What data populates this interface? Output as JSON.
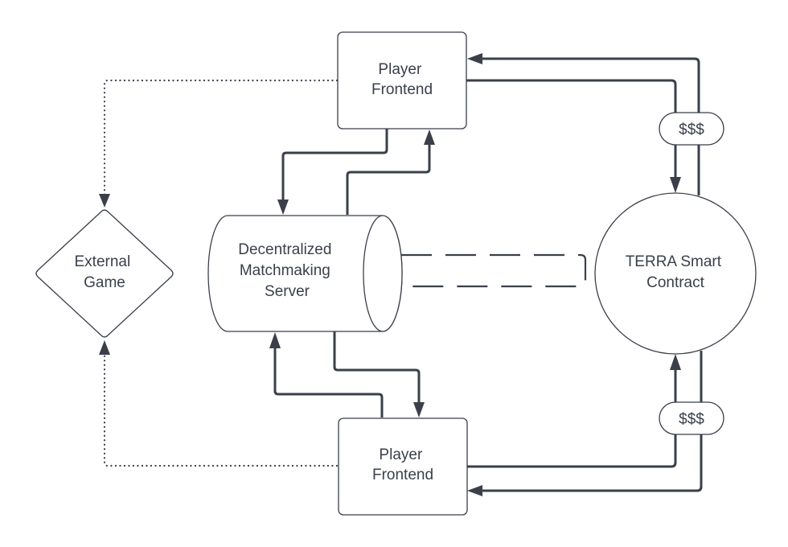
{
  "diagram": {
    "nodes": {
      "player_frontend_top": {
        "lines": [
          "Player",
          "Frontend"
        ],
        "shape": "rounded-rectangle"
      },
      "player_frontend_bottom": {
        "lines": [
          "Player",
          "Frontend"
        ],
        "shape": "rounded-rectangle"
      },
      "matchmaking_server": {
        "lines": [
          "Decentralized",
          "Matchmaking",
          "Server"
        ],
        "shape": "cylinder"
      },
      "external_game": {
        "lines": [
          "External",
          "Game"
        ],
        "shape": "diamond"
      },
      "smart_contract": {
        "lines": [
          "TERRA Smart",
          "Contract"
        ],
        "shape": "circle"
      }
    },
    "edge_labels": {
      "payment_top": "$$$",
      "payment_bottom": "$$$"
    },
    "edges": [
      {
        "from": "player_frontend_top",
        "to": "external_game",
        "style": "dotted"
      },
      {
        "from": "player_frontend_bottom",
        "to": "external_game",
        "style": "dotted"
      },
      {
        "from": "player_frontend_top",
        "to": "matchmaking_server",
        "style": "solid"
      },
      {
        "from": "matchmaking_server",
        "to": "player_frontend_top",
        "style": "solid"
      },
      {
        "from": "matchmaking_server",
        "to": "player_frontend_bottom",
        "style": "solid"
      },
      {
        "from": "player_frontend_bottom",
        "to": "matchmaking_server",
        "style": "solid"
      },
      {
        "from": "player_frontend_top",
        "to": "smart_contract",
        "style": "solid",
        "label": "$$$"
      },
      {
        "from": "smart_contract",
        "to": "player_frontend_top",
        "style": "solid"
      },
      {
        "from": "player_frontend_bottom",
        "to": "smart_contract",
        "style": "solid",
        "label": "$$$"
      },
      {
        "from": "smart_contract",
        "to": "player_frontend_bottom",
        "style": "solid"
      },
      {
        "from": "matchmaking_server",
        "to": "matchmaking_server",
        "via": "smart_contract",
        "style": "dashed"
      }
    ]
  }
}
